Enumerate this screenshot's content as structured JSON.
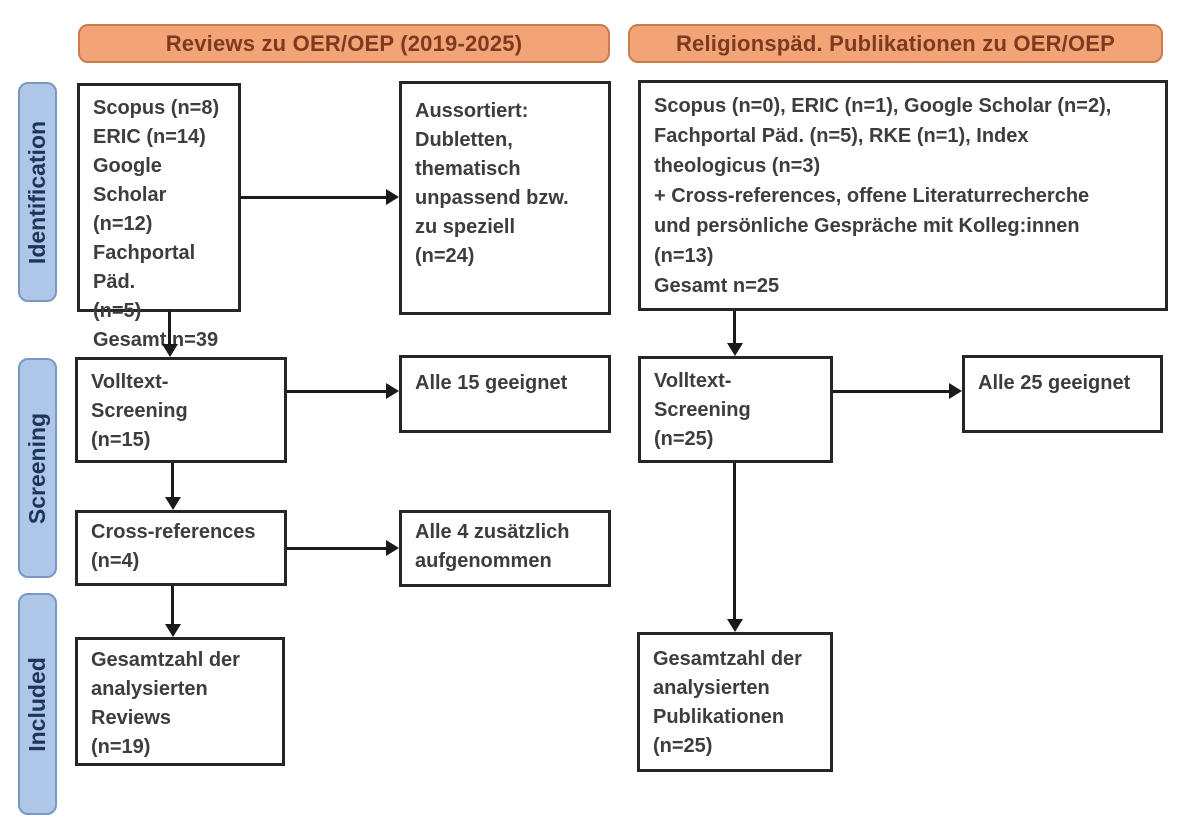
{
  "headers": {
    "reviews": "Reviews zu OER/OEP (2019-2025)",
    "religionspaed": "Religionspäd. Publikationen zu OER/OEP"
  },
  "stages": {
    "identification": "Identification",
    "screening": "Screening",
    "included": "Included"
  },
  "reviews_column": {
    "sources": "Scopus (n=8)\nERIC (n=14)\nGoogle Scholar\n(n=12)\nFachportal Päd.\n(n=5)\nGesamt n=39",
    "excluded": "Aussortiert:\nDubletten,\nthematisch\nunpassend bzw.\nzu speziell\n(n=24)",
    "fulltext_screening": "Volltext-\nScreening\n(n=15)",
    "fulltext_result": "Alle 15 geeignet",
    "crossreferences": "Cross-references\n(n=4)",
    "crossreferences_result": "Alle 4 zusätzlich\naufgenommen",
    "included_total": "Gesamtzahl der\nanalysierten\nReviews\n(n=19)"
  },
  "religionspaed_column": {
    "sources": "Scopus (n=0), ERIC (n=1), Google Scholar (n=2),\nFachportal Päd. (n=5), RKE (n=1), Index\ntheologicus (n=3)\n+ Cross-references, offene Literaturrecherche\nund persönliche Gespräche mit Kolleg:innen\n(n=13)\nGesamt n=25",
    "fulltext_screening": "Volltext-\nScreening\n(n=25)",
    "fulltext_result": "Alle 25 geeignet",
    "included_total": "Gesamtzahl der\nanalysierten\nPublikationen\n(n=25)"
  },
  "colors": {
    "header_fill": "#F2A477",
    "header_border": "#CE7B4B",
    "header_text": "#7E3A1F",
    "stage_fill": "#AEC6E8",
    "stage_border": "#7B97C3",
    "stage_text": "#1F3456",
    "box_border": "#262626",
    "box_text": "#3D3D3D",
    "arrow": "#1A1A1A",
    "background": "#FFFFFF"
  }
}
